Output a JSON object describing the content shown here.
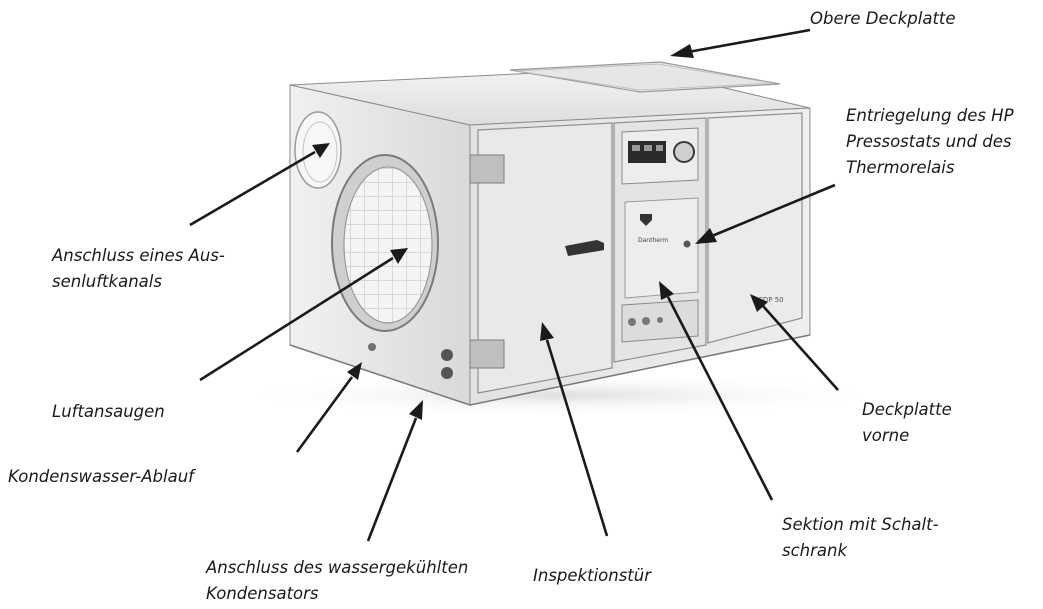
{
  "labels": {
    "top_panel": "Obere Deckplatte",
    "release": "Entriegelung des HP\nPressostats und des\nThermorelais",
    "outside_air": "Anschluss eines Aus-\nsenluftkanals",
    "air_intake": "Luftansaugen",
    "condensate": "Kondenswasser-Ablauf",
    "front_panel": "Deckplatte\nvorne",
    "control_section": "Sektion mit Schalt-\nschrank",
    "inspection_door": "Inspektionstür",
    "water_condenser": "Anschluss des wassergekühlten\nKondensators"
  },
  "device": {
    "brand": "Dantherm",
    "model": "CDP 50"
  },
  "colors": {
    "body": "#e9e9e9",
    "shadow": "#c9c9c9",
    "text": "#1a1a1a"
  }
}
